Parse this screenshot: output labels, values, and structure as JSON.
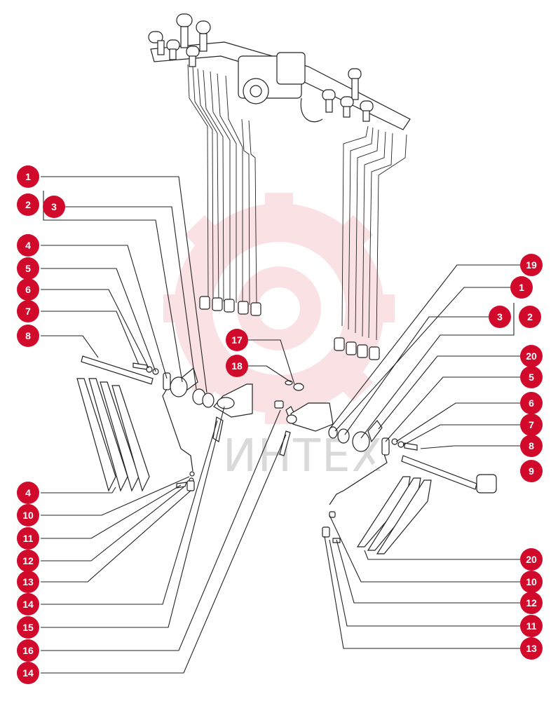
{
  "watermark": {
    "text": "ИНТЕХ",
    "color": "#d10a2c"
  },
  "callout_color": "#d10a2c",
  "callouts_left": [
    {
      "label": "1"
    },
    {
      "label": "2"
    },
    {
      "label": "3"
    },
    {
      "label": "4"
    },
    {
      "label": "5"
    },
    {
      "label": "6"
    },
    {
      "label": "7"
    },
    {
      "label": "8"
    },
    {
      "label": "4"
    },
    {
      "label": "10"
    },
    {
      "label": "11"
    },
    {
      "label": "12"
    },
    {
      "label": "13"
    },
    {
      "label": "14"
    },
    {
      "label": "15"
    },
    {
      "label": "16"
    },
    {
      "label": "14"
    }
  ],
  "callouts_center": [
    {
      "label": "17"
    },
    {
      "label": "18"
    }
  ],
  "callouts_right": [
    {
      "label": "19"
    },
    {
      "label": "1"
    },
    {
      "label": "3"
    },
    {
      "label": "2"
    },
    {
      "label": "20"
    },
    {
      "label": "5"
    },
    {
      "label": "6"
    },
    {
      "label": "7"
    },
    {
      "label": "8"
    },
    {
      "label": "9"
    },
    {
      "label": "20"
    },
    {
      "label": "10"
    },
    {
      "label": "12"
    },
    {
      "label": "11"
    },
    {
      "label": "13"
    }
  ]
}
